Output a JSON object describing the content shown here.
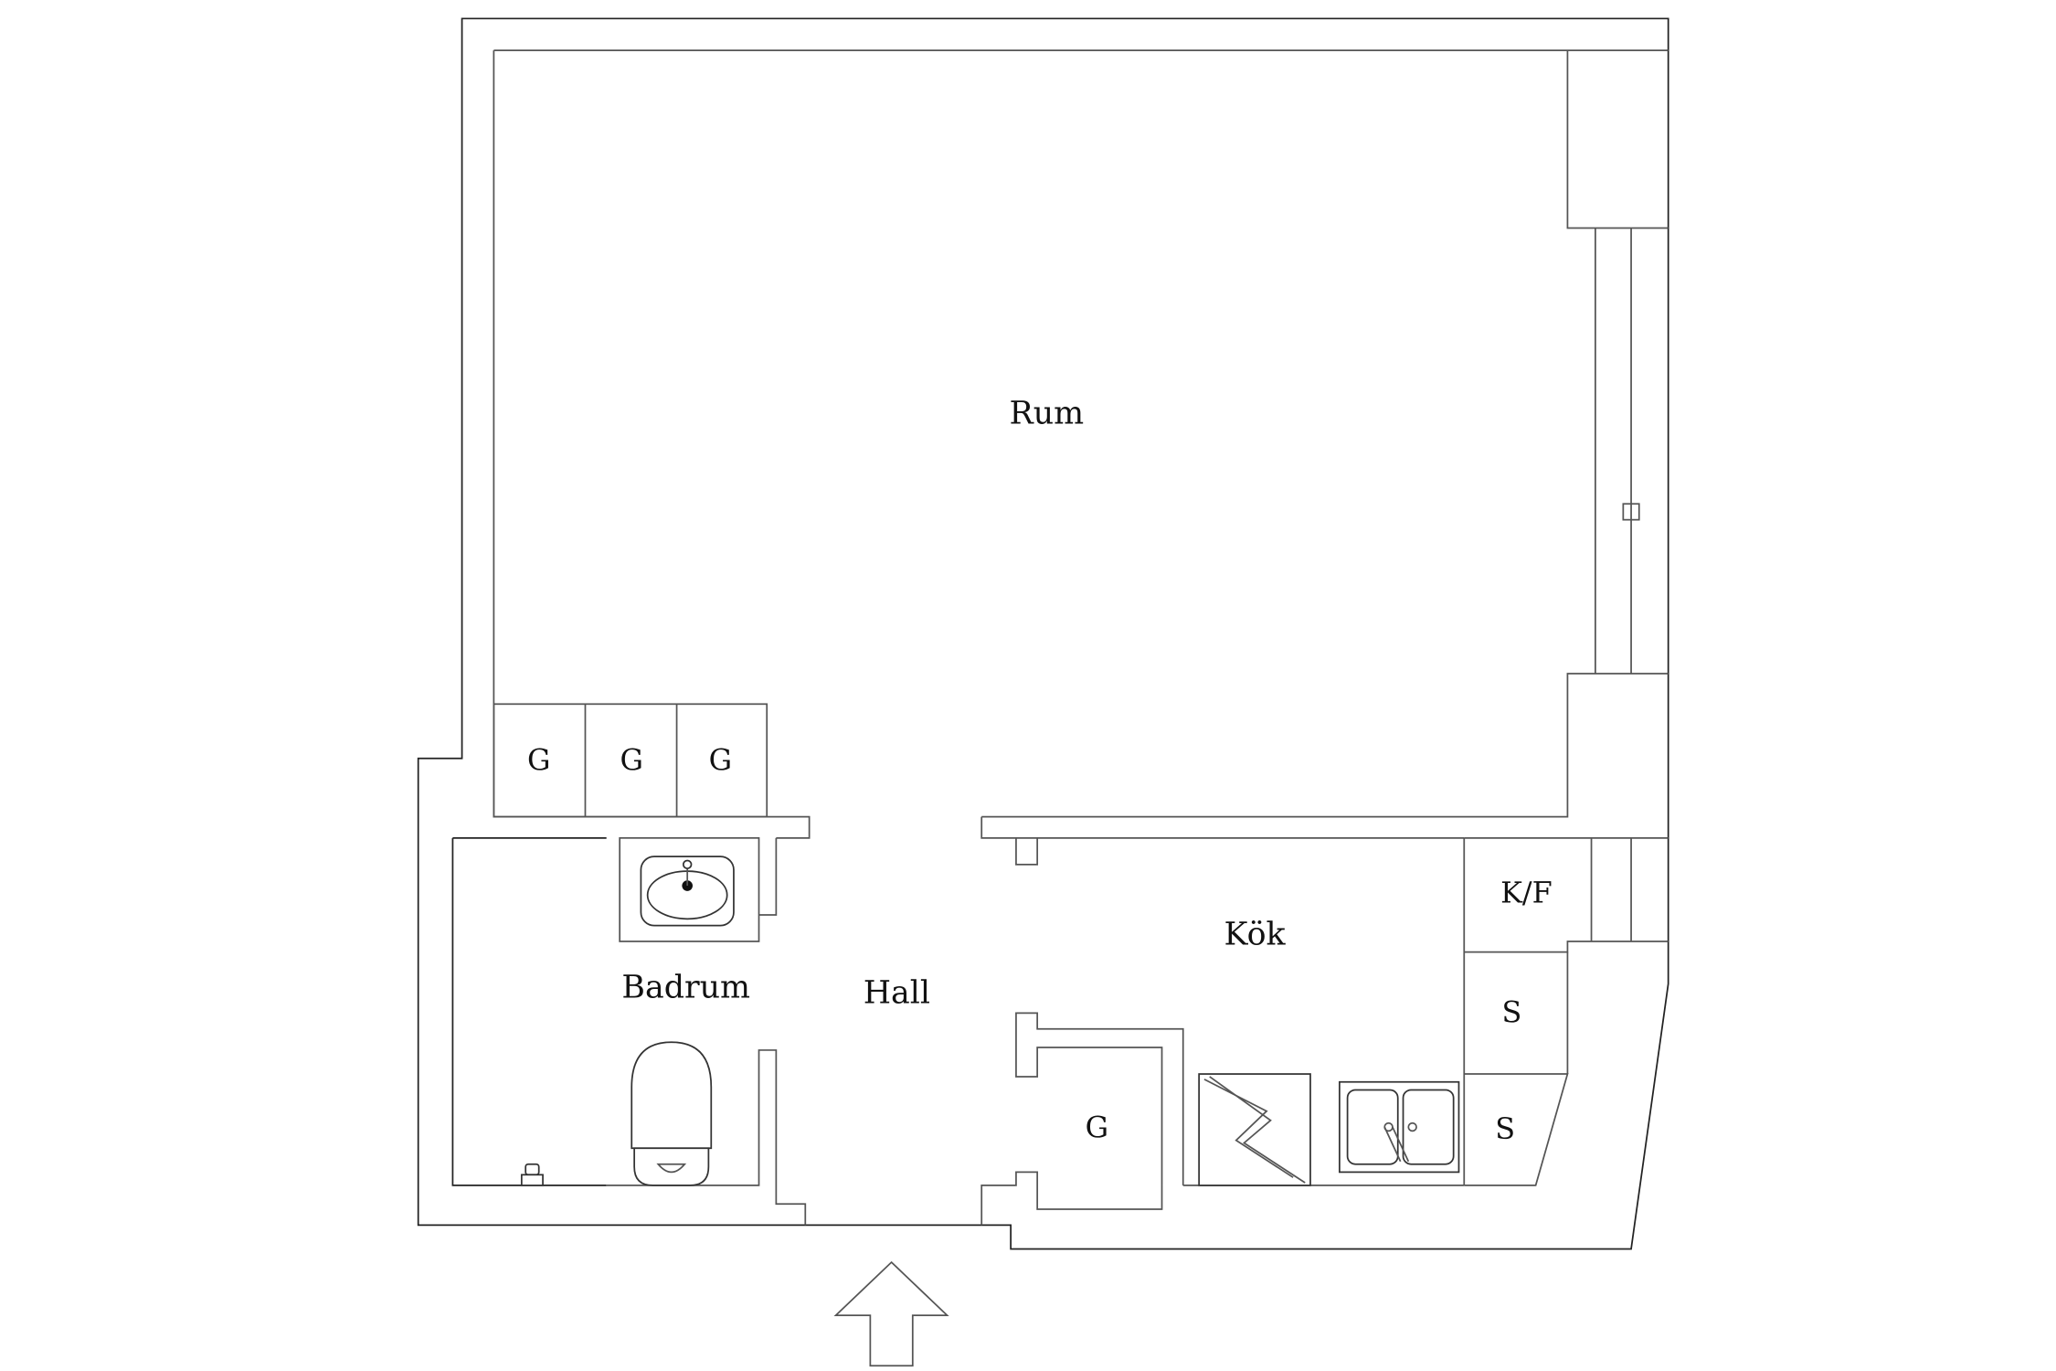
{
  "rooms": {
    "rum": "Rum",
    "hall": "Hall",
    "badrum": "Badrum",
    "kok": "Kök"
  },
  "storage": {
    "closet_1": "G",
    "closet_2": "G",
    "closet_3": "G",
    "closet_hall": "G",
    "fridge_freezer": "K/F",
    "cabinet_1": "S",
    "cabinet_2": "S"
  },
  "icons": {
    "entrance": "entrance-arrow-icon",
    "sink": "washbasin-icon",
    "toilet": "toilet-icon",
    "floor_drain": "floor-drain-icon",
    "stove": "stove-icon",
    "kitchen_sink": "double-sink-icon"
  },
  "colors": {
    "line": "#222222",
    "background": "#ffffff"
  }
}
